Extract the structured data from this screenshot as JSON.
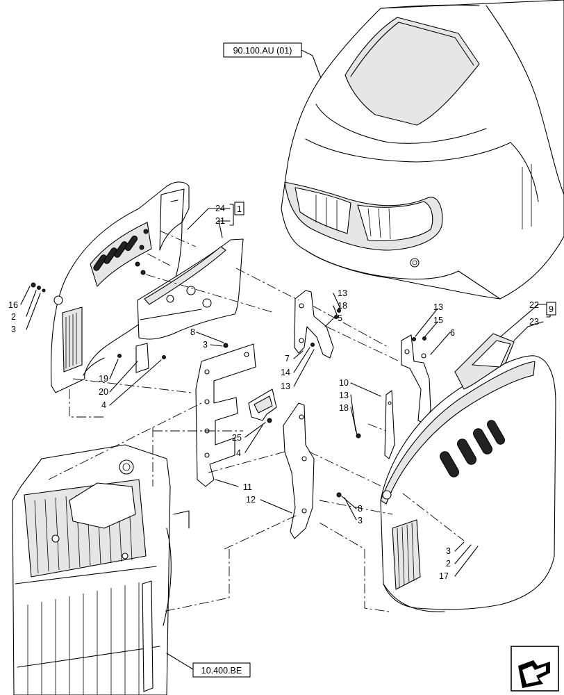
{
  "references": {
    "hood": "90.100.AU (01)",
    "radiator": "10.400.BE",
    "group_1": "1",
    "group_9": "9"
  },
  "callouts": {
    "c24": "24",
    "c21": "21",
    "c16": "16",
    "c2a": "2",
    "c3a": "3",
    "c19": "19",
    "c20": "20",
    "c4a": "4",
    "c8a": "8",
    "c3b": "3",
    "c13a": "13",
    "c18a": "18",
    "c5": "5",
    "c7": "7",
    "c14": "14",
    "c13b": "13",
    "c13c": "13",
    "c15": "15",
    "c6": "6",
    "c22": "22",
    "c23": "23",
    "c10": "10",
    "c13d": "13",
    "c18b": "18",
    "c25": "25",
    "c4b": "4",
    "c11": "11",
    "c12": "12",
    "c8b": "8",
    "c3c": "3",
    "c3d": "3",
    "c2b": "2",
    "c17": "17"
  },
  "icons": {
    "nav": "next-arrow-icon"
  }
}
